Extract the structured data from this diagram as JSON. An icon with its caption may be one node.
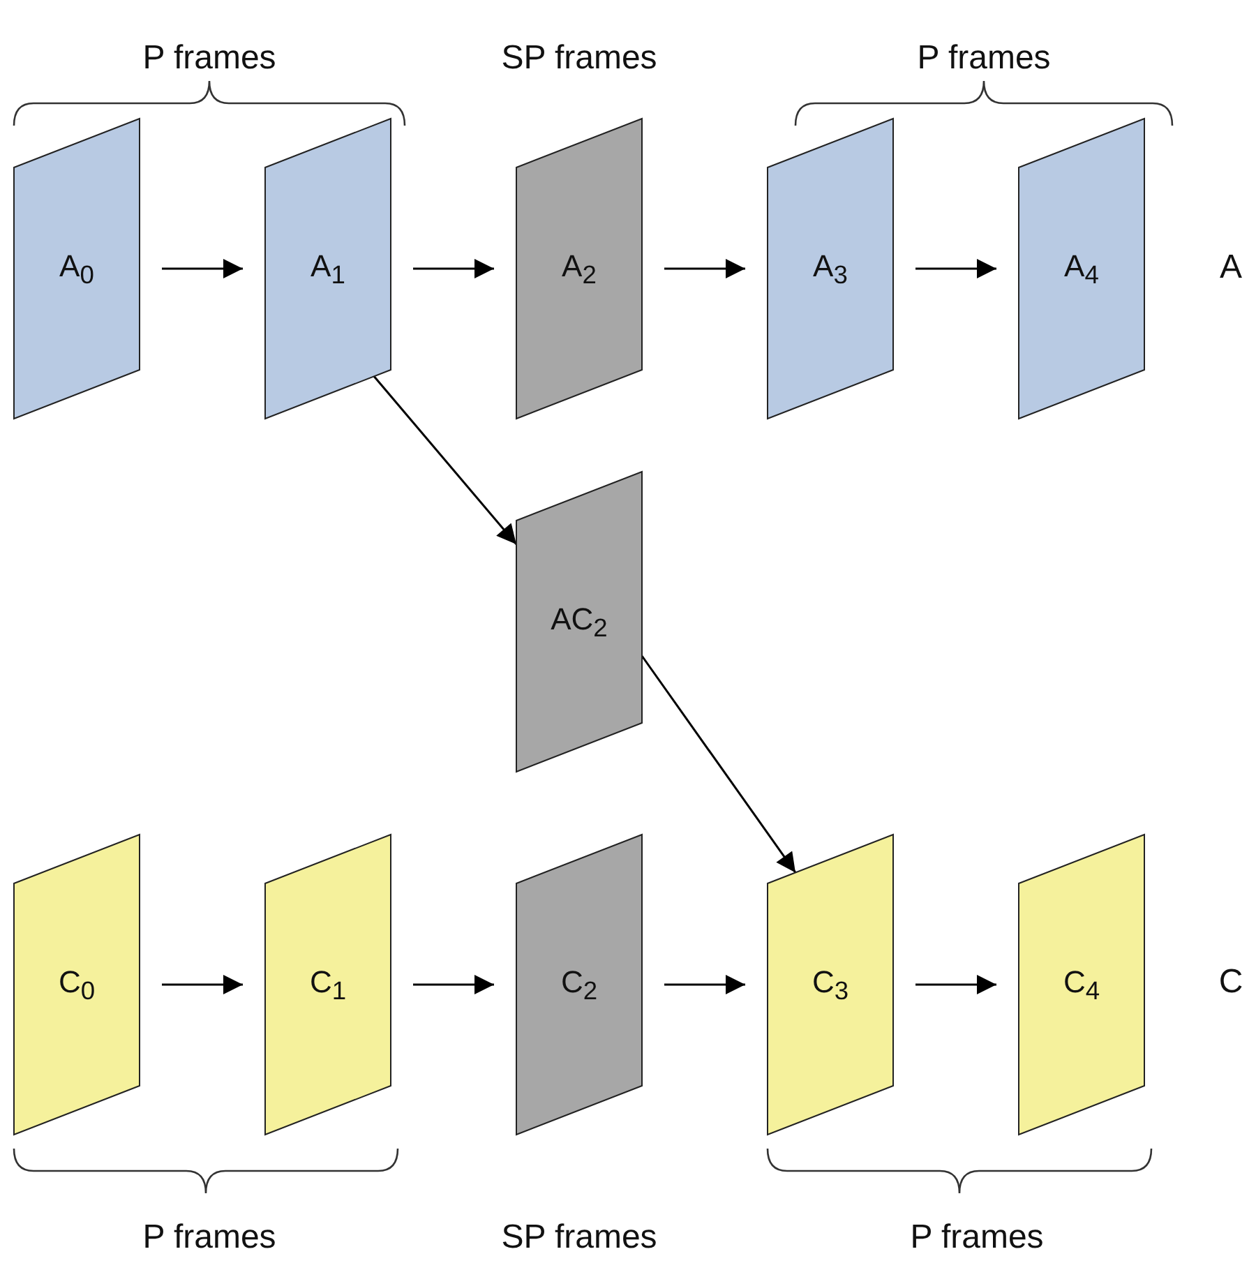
{
  "diagram": {
    "nodes": [
      {
        "text": [
          "A$_{0}$"
        ]
      },
      {
        "text": [
          "A$_{1}$"
        ]
      },
      {
        "text": [
          "A$_{2}$"
        ]
      },
      {
        "text": [
          "A$_{3}$"
        ]
      },
      {
        "text": [
          "A$_{4}$"
        ]
      },
      {
        "text": [
          "AC$_{2}$"
        ]
      },
      {
        "text": [
          "C$_{0}$"
        ]
      },
      {
        "text": [
          "C$_{1}$"
        ]
      },
      {
        "text": [
          "C$_{2}$"
        ]
      },
      {
        "text": [
          "C$_{3}$"
        ]
      },
      {
        "text": [
          "C$_{4}$"
        ]
      }
    ],
    "edges": [
      {
        "from": 0,
        "to": 1,
        "arrow": "to"
      },
      {
        "from": 1,
        "to": 2,
        "arrow": "to"
      },
      {
        "from": 2,
        "to": 3,
        "arrow": "to"
      },
      {
        "from": 3,
        "to": 4,
        "arrow": "to"
      },
      {
        "from": 1,
        "to": 5,
        "arrow": "to"
      },
      {
        "from": 5,
        "to": 9,
        "arrow": "to"
      },
      {
        "from": 6,
        "to": 7,
        "arrow": "to"
      },
      {
        "from": 7,
        "to": 8,
        "arrow": "to"
      },
      {
        "from": 8,
        "to": 9,
        "arrow": "to"
      },
      {
        "from": 9,
        "to": 10,
        "arrow": "to"
      }
    ],
    "labels": [
      "P frames",
      "SP frames",
      "P frames",
      "A",
      "C",
      "P frames",
      "SP frames",
      "P frames"
    ]
  }
}
